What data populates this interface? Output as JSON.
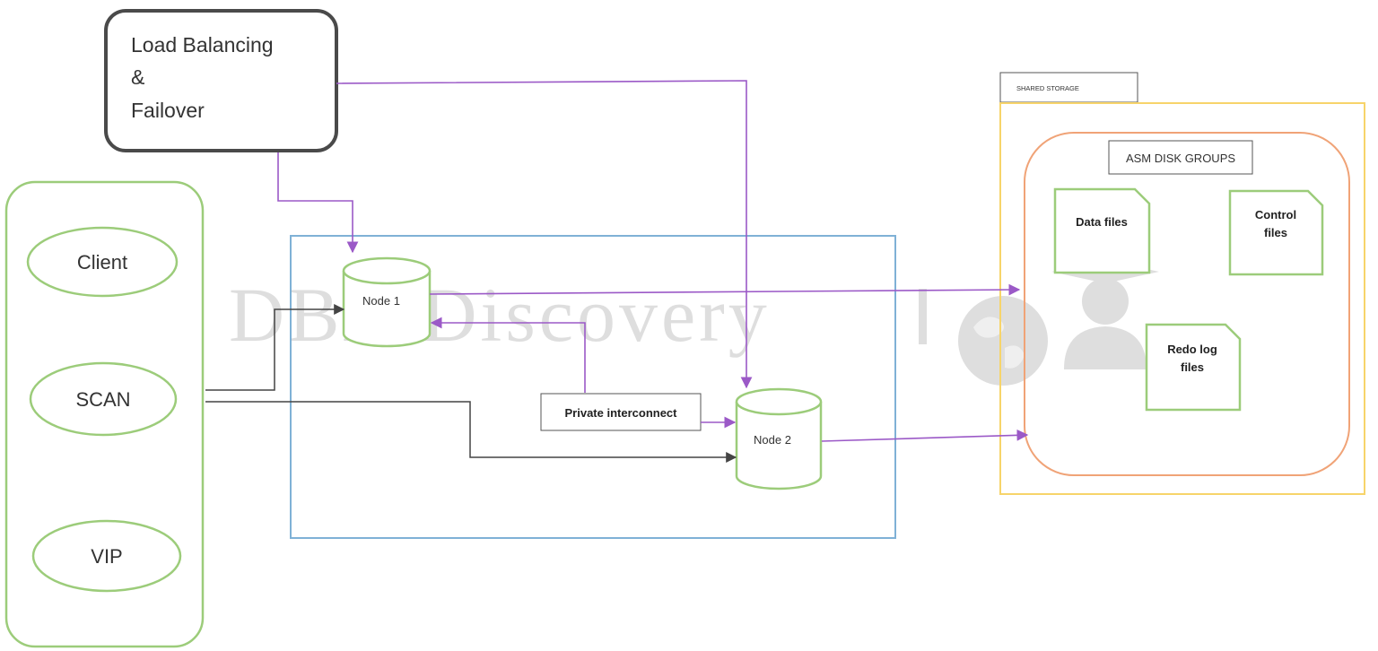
{
  "load_balancer": {
    "lines": [
      "Load Balancing",
      "&",
      "Failover"
    ]
  },
  "client_group": {
    "items": [
      {
        "label": "Client"
      },
      {
        "label": "SCAN"
      },
      {
        "label": "VIP"
      }
    ]
  },
  "cluster": {
    "node1": {
      "label": "Node 1"
    },
    "node2": {
      "label": "Node 2"
    },
    "interconnect": {
      "label": "Private interconnect"
    }
  },
  "storage": {
    "title": "SHARED STORAGE",
    "asm": {
      "title": "ASM DISK GROUPS",
      "files": [
        {
          "lines": [
            "Data files"
          ]
        },
        {
          "lines": [
            "Control",
            "files"
          ]
        },
        {
          "lines": [
            "Redo log",
            "files"
          ]
        }
      ]
    }
  },
  "watermark": {
    "text": "DBA Discovery"
  },
  "colors": {
    "green": "#9ccc7a",
    "purple": "#9b59c7",
    "dark": "#444444",
    "blue": "#7fb1d6",
    "yellow": "#f7d46a",
    "orange": "#f0a377"
  }
}
